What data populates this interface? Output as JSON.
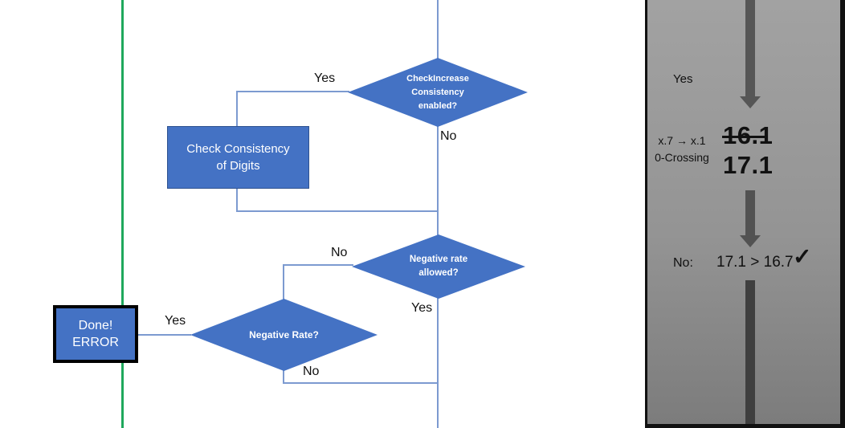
{
  "flowchart": {
    "decision_check_increase": {
      "label": "CheckIncrease Consistency enabled?",
      "yes_label": "Yes",
      "no_label": "No"
    },
    "process_check_consistency": {
      "lines": [
        "Check Consistency",
        "of Digits"
      ]
    },
    "decision_negative_rate_allowed": {
      "label": "Negative rate allowed?",
      "no_label": "No",
      "yes_label": "Yes"
    },
    "decision_negative_rate": {
      "label": "Negative Rate?",
      "yes_label": "Yes",
      "no_label": "No"
    },
    "done_error_box": {
      "lines": [
        "Done!",
        "ERROR"
      ]
    }
  },
  "side_panel": {
    "yes_label": "Yes",
    "rule": {
      "lines": [
        "x.7 → x.1",
        "0-Crossing"
      ]
    },
    "old_value": "16.1",
    "new_value": "17.1",
    "result_label": "No:",
    "comparison": "17.1 > 16.7",
    "checkmark": "✓"
  },
  "colors": {
    "shape_blue": "#4472C4",
    "connector_blue": "#7C9AD0",
    "green_line": "#1FA85C",
    "arrow_gray": "#565656",
    "panel_gray_top": "#a2a2a2",
    "panel_gray_bottom": "#7c7c7c"
  }
}
